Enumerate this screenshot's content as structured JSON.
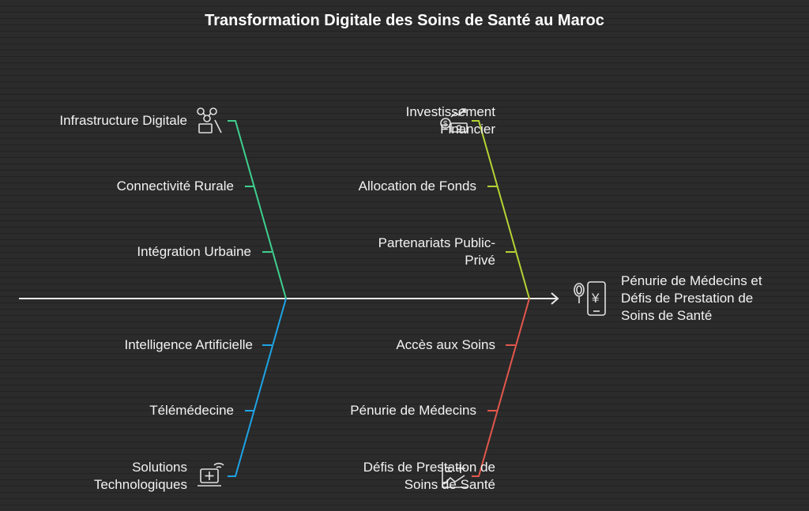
{
  "title": "Transformation Digitale des Soins de Santé au Maroc",
  "effect": {
    "label": "Pénurie de Médecins et Défis de Prestation de Soins de Santé",
    "lines": [
      "Pénurie de Médecins et",
      "Défis de Prestation de",
      "Soins de Santé"
    ],
    "icon": "mobile-health-icon"
  },
  "categories": [
    {
      "name": "Infrastructure Digitale",
      "icon": "network-connectivity-icon",
      "color": "#3ecf8e",
      "causes": [
        "Connectivité Rurale",
        "Intégration Urbaine"
      ]
    },
    {
      "name": "Investissement Financier",
      "name_lines": [
        "Investissement",
        "Financier"
      ],
      "icon": "money-growth-icon",
      "color": "#b5d334",
      "causes": [
        "Allocation de Fonds",
        "Partenariats Public-Privé"
      ],
      "cause_lines": [
        [
          "Allocation de Fonds"
        ],
        [
          "Partenariats Public-",
          "Privé"
        ]
      ]
    },
    {
      "name": "Solutions Technologiques",
      "name_lines": [
        "Solutions",
        "Technologiques"
      ],
      "icon": "telehealth-laptop-icon",
      "color": "#1ea3e6",
      "causes": [
        "Intelligence Artificielle",
        "Télémédecine"
      ]
    },
    {
      "name": "Défis de Prestation de Soins de Santé",
      "name_lines": [
        "Défis de Prestation de",
        "Soins de Santé"
      ],
      "icon": "health-chart-icon",
      "color": "#e2574c",
      "causes": [
        "Accès aux Soins",
        "Pénurie de Médecins"
      ]
    }
  ]
}
